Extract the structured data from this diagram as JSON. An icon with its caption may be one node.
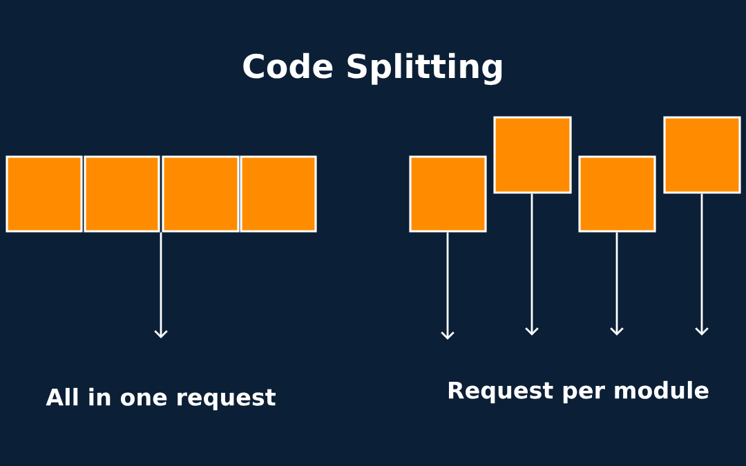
{
  "diagram": {
    "title": "Code Splitting",
    "nodes": [
      {
        "text": [],
        "shape": "box"
      },
      {
        "text": [],
        "shape": "box"
      },
      {
        "text": [],
        "shape": "box"
      },
      {
        "text": [],
        "shape": "box"
      },
      {
        "text": [],
        "shape": "box"
      },
      {
        "text": [],
        "shape": "box"
      },
      {
        "text": [],
        "shape": "box"
      },
      {
        "text": [],
        "shape": "box"
      }
    ],
    "edges": [
      {
        "from": 1,
        "to": null,
        "arrow": "to"
      },
      {
        "from": 4,
        "to": null,
        "arrow": "to"
      },
      {
        "from": 5,
        "to": null,
        "arrow": "to"
      },
      {
        "from": 6,
        "to": null,
        "arrow": "to"
      },
      {
        "from": 7,
        "to": null,
        "arrow": "to"
      }
    ],
    "labels": [
      "All in one request",
      "Request per module"
    ]
  }
}
